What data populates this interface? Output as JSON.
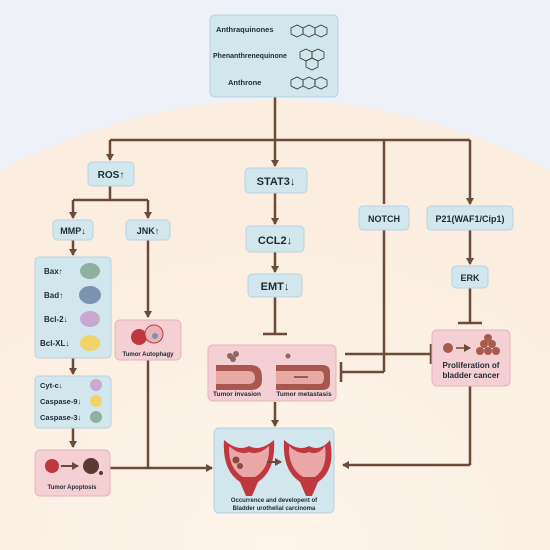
{
  "top_box": {
    "items": [
      "Anthraquinones",
      "Phenanthrenequinone",
      "Anthrone"
    ]
  },
  "nodes": {
    "ros": "ROS↑",
    "stat3": "STAT3↓",
    "ccl2": "CCL2↓",
    "emt": "EMT↓",
    "notch": "NOTCH",
    "p21": "P21(WAF1/Cip1)",
    "erk": "ERK",
    "mmp": "MMP↓",
    "jnk": "JNK↑"
  },
  "apoptosis_proteins_1": [
    "Bax↑",
    "Bad↑",
    "Bcl-2↓",
    "Bcl-XL↓"
  ],
  "apoptosis_proteins_2": [
    "Cyt-c↓",
    "Caspase-9↓",
    "Caspase-3↓"
  ],
  "outcomes": {
    "autophagy": "Tumor Autophagy",
    "invasion": "Tumor invasion",
    "metastasis": "Tumor metastasis",
    "proliferation_line1": "Proliferation of",
    "proliferation_line2": "bladder cancer",
    "apoptosis": "Tumor Apoptosis",
    "occurrence_line1": "Occurrence and developent of",
    "occurrence_line2": "Bladder urothelial carcinoma"
  },
  "colors": {
    "arrow": "#6b4a38",
    "blue_box": "#d2e6ee",
    "pink_box": "#f4cfd3",
    "background_arc": "#fbefe4",
    "bladder": "#c0383f"
  }
}
